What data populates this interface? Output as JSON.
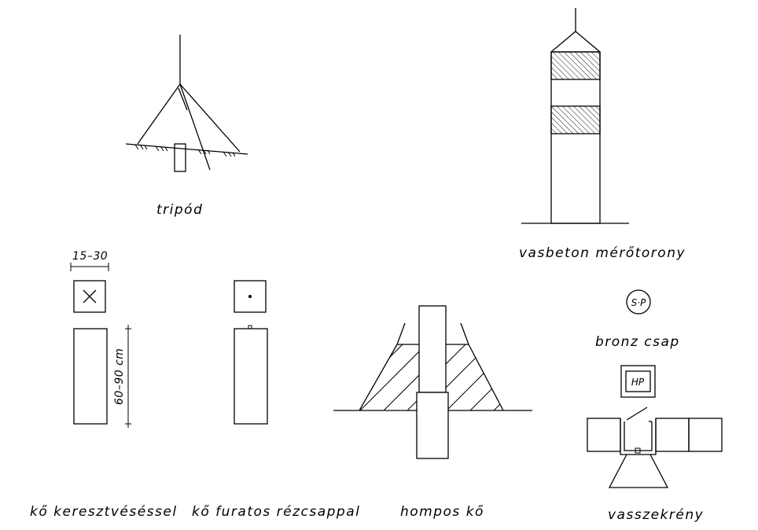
{
  "labels": {
    "tripod": "tripód",
    "tower": "vasbeton mérőtorony",
    "bronze_pin": "bronz csap",
    "stone_cross": "kő keresztvéséssel",
    "stone_drilled": "kő furatos rézcsappal",
    "hompos": "hompos kő",
    "box": "vasszekrény"
  },
  "dimensions": {
    "width": "15–30",
    "height": "60–90 cm"
  },
  "markers": {
    "bronze_pin_text": "S·P",
    "box_plate_text": "HP"
  }
}
